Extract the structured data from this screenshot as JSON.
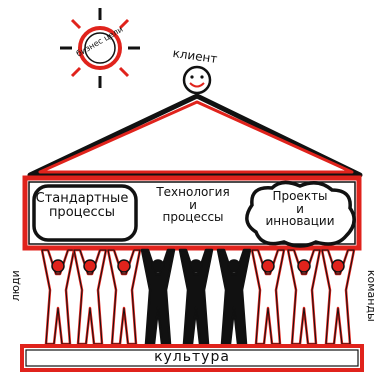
{
  "diagram": {
    "sun_text": "бизнес цели",
    "client": "клиент",
    "box_left": "Стандартные процессы",
    "box_center_line1": "Технология",
    "box_center_line2": "и",
    "box_center_line3": "процессы",
    "box_right_line1": "Проекты",
    "box_right_line2": "и",
    "box_right_line3": "инновации",
    "side_left": "люди",
    "side_right": "команды",
    "base": "культура"
  },
  "colors": {
    "accent": "#e0231c",
    "ink": "#111111"
  }
}
